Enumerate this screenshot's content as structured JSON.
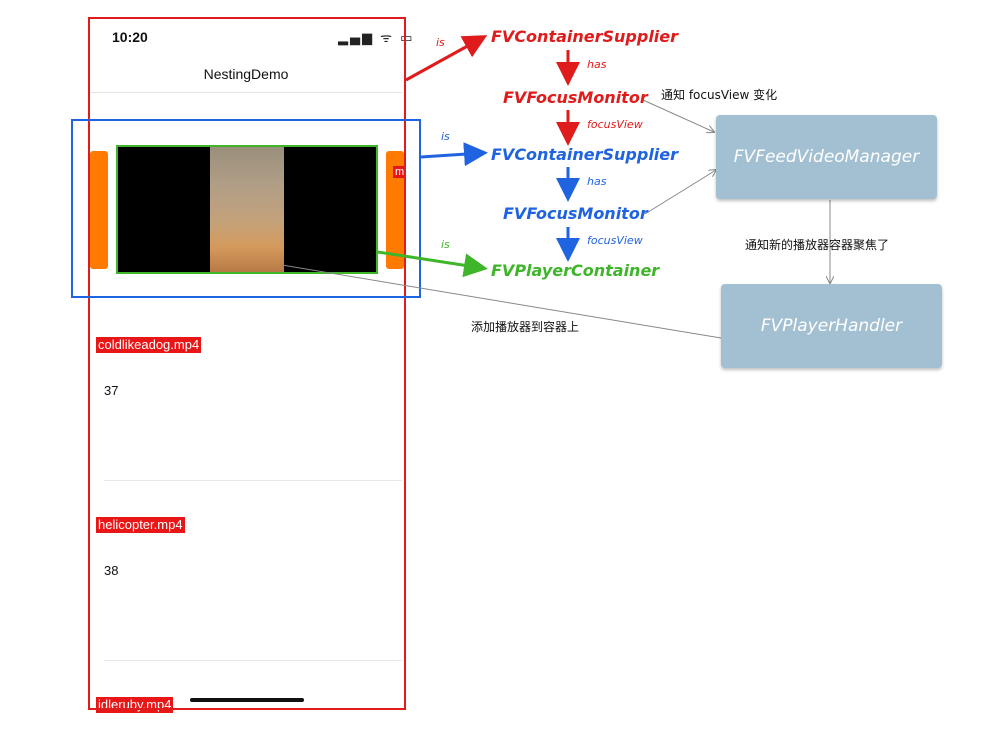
{
  "phone": {
    "status_time": "10:20",
    "status_icons": "▂▄▆ ᯤ ▭",
    "nav_title": "NestingDemo",
    "orange_right_label": "m",
    "rows": [
      {
        "filename": "coldlikeadog.mp4",
        "index": "37"
      },
      {
        "filename": "helicopter.mp4",
        "index": "38"
      },
      {
        "filename": "idleruby.mp4"
      }
    ]
  },
  "diagram": {
    "top_container": "FVContainerSupplier",
    "top_monitor": "FVFocusMonitor",
    "inner_container": "FVContainerSupplier",
    "inner_monitor": "FVFocusMonitor",
    "player_container": "FVPlayerContainer",
    "is_label_1": "is",
    "is_label_2": "is",
    "is_label_3": "is",
    "has_label_1": "has",
    "has_label_2": "has",
    "focusview_label_1": "focusView",
    "focusview_label_2": "focusView",
    "note_notify_focus": "通知 focusView 变化",
    "note_notify_new": "通知新的播放器容器聚焦了",
    "note_add_player": "添加播放器到容器上",
    "box_manager": "FVFeedVideoManager",
    "box_handler": "FVPlayerHandler"
  },
  "colors": {
    "red": "#e01b1b",
    "blue": "#1f63e0",
    "green": "#3fb52a",
    "box": "#a3c0d3",
    "orange": "#ff7a00"
  }
}
